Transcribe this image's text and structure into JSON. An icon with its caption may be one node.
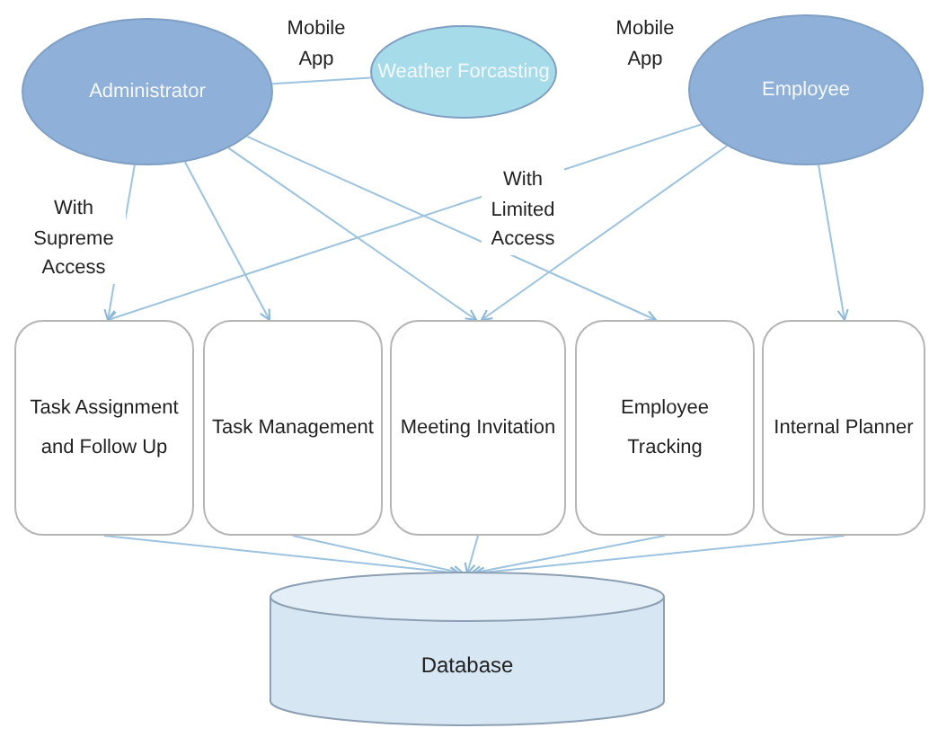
{
  "diagram": {
    "nodes": [
      {
        "text": [
          "Administrator"
        ]
      },
      {
        "text": [
          "Weather Forcasting"
        ]
      },
      {
        "text": [
          "Employee"
        ]
      },
      {
        "text": [
          "Task Assignment and Follow Up"
        ]
      },
      {
        "text": [
          "Task Management"
        ]
      },
      {
        "text": [
          "Meeting Invitation"
        ]
      },
      {
        "text": [
          "Employee Tracking"
        ]
      },
      {
        "text": [
          "Internal Planner"
        ]
      },
      {
        "text": [
          "Database"
        ]
      }
    ],
    "edges": [
      {
        "from": 1,
        "to": 0,
        "arrow": "none"
      },
      {
        "from": 0,
        "to": 3,
        "arrow": "to"
      },
      {
        "from": 0,
        "to": 4,
        "arrow": "to"
      },
      {
        "from": 0,
        "to": 5,
        "arrow": "to"
      },
      {
        "from": 0,
        "to": 6,
        "arrow": "to"
      },
      {
        "from": 2,
        "to": 3,
        "arrow": "to"
      },
      {
        "from": 2,
        "to": 5,
        "arrow": "to"
      },
      {
        "from": 2,
        "to": 7,
        "arrow": "to"
      },
      {
        "from": 3,
        "to": 8,
        "arrow": "to"
      },
      {
        "from": 4,
        "to": 8,
        "arrow": "to"
      },
      {
        "from": 5,
        "to": 8,
        "arrow": "to"
      },
      {
        "from": 6,
        "to": 8,
        "arrow": "to"
      },
      {
        "from": 7,
        "to": 8,
        "arrow": "to"
      }
    ],
    "labels": [
      "Mobile App",
      "Mobile App",
      "With Limited Access",
      "With Supreme Access"
    ]
  }
}
